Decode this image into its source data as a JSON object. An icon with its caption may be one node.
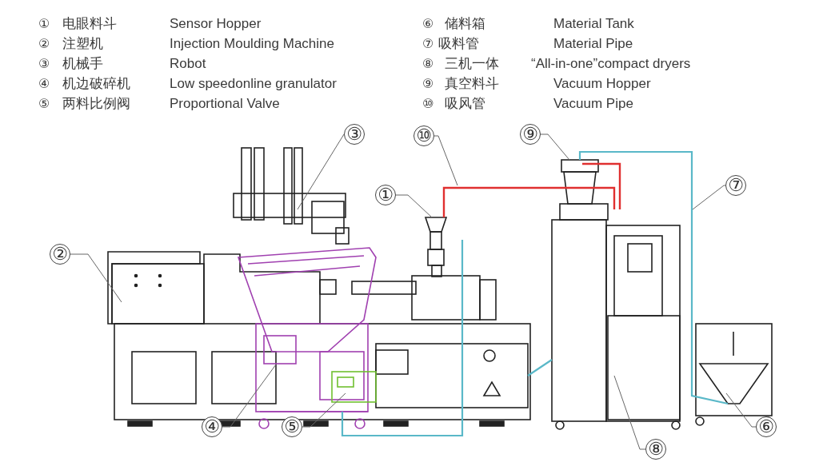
{
  "diagram": {
    "nodes": [
      {
        "text": [
          "①"
        ]
      },
      {
        "text": [
          "②"
        ]
      },
      {
        "text": [
          "③"
        ]
      },
      {
        "text": [
          "④"
        ]
      },
      {
        "text": [
          "⑤"
        ]
      },
      {
        "text": [
          "⑥"
        ]
      },
      {
        "text": [
          "⑦"
        ]
      },
      {
        "text": [
          "⑧"
        ]
      },
      {
        "text": [
          "⑨"
        ]
      },
      {
        "text": [
          "⑩"
        ]
      }
    ],
    "edges": [
      {
        "from": 0,
        "to": null,
        "arrow": "none"
      },
      {
        "from": 1,
        "to": null,
        "arrow": "none"
      },
      {
        "from": 2,
        "to": null,
        "arrow": "none"
      },
      {
        "from": 3,
        "to": null,
        "arrow": "none"
      },
      {
        "from": 4,
        "to": null,
        "arrow": "none"
      },
      {
        "from": 5,
        "to": null,
        "arrow": "none"
      },
      {
        "from": 6,
        "to": null,
        "arrow": "none"
      },
      {
        "from": 7,
        "to": null,
        "arrow": "none"
      },
      {
        "from": 8,
        "to": null,
        "arrow": "none"
      },
      {
        "from": 9,
        "to": null,
        "arrow": "none"
      }
    ],
    "labels": [
      "①",
      "电眼料斗",
      "Sensor Hopper",
      "②",
      "注塑机",
      "Injection Moulding Machine",
      "③",
      "机械手",
      "Robot",
      "④",
      "机边破碎机",
      "Low speedonline granulator",
      "⑤",
      "两料比例阀",
      "Proportional Valve",
      "⑥",
      "储料箱",
      "Material Tank",
      "⑦",
      "吸料管",
      "Material Pipe",
      "⑧",
      "三机一体",
      "“All-in-one”compact dryers",
      "⑨",
      "真空料斗",
      "Vacuum Hopper",
      "⑩",
      "吸风管",
      "Vacuum Pipe"
    ]
  }
}
